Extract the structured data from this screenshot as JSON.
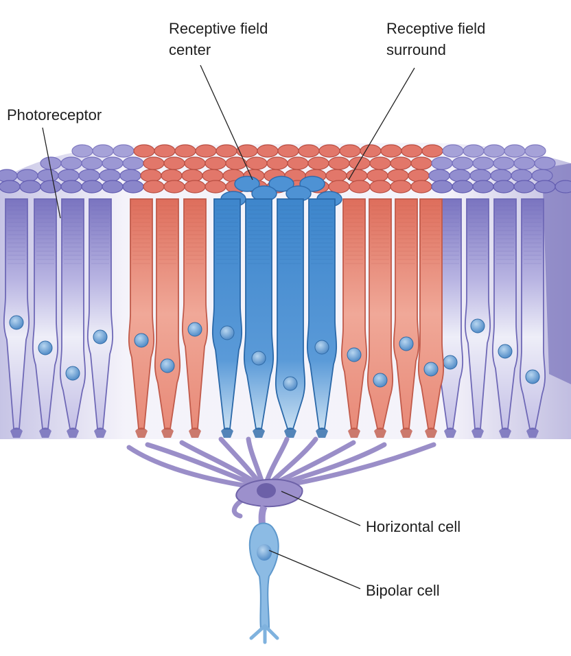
{
  "labels": {
    "photoreceptor": "Photoreceptor",
    "center_line1": "Receptive field",
    "center_line2": "center",
    "surround_line1": "Receptive field",
    "surround_line2": "surround",
    "horizontal_cell": "Horizontal cell",
    "bipolar_cell": "Bipolar cell"
  },
  "colors": {
    "center": "#4a90d0",
    "surround": "#e07a68",
    "periphery": "#8c86c8",
    "horizontal": "#9a8ec8",
    "bipolar": "#8ab8e0"
  }
}
